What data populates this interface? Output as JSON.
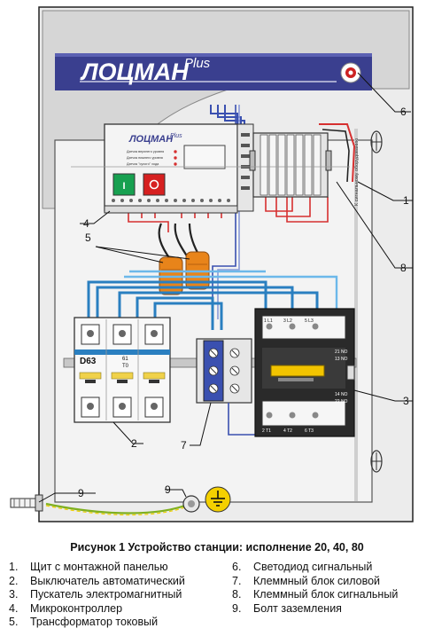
{
  "brand": {
    "name": "ЛОЦМАН",
    "suffix": "Plus"
  },
  "controller": {
    "brand_name": "ЛОЦМАН",
    "brand_suffix": "Plus",
    "status_lines": [
      "Датчик верхнего уровня",
      "Датчик нижнего уровня",
      "Датчик \"сухого\" хода"
    ]
  },
  "breakers": {
    "model": "D63",
    "mark_top": "61",
    "mark_bottom": "T0"
  },
  "contactor": {
    "top_terminals": [
      "1 L1",
      "3 L2",
      "5 L3"
    ],
    "bottom_terminals": [
      "2 T1",
      "4 T2",
      "6 T3"
    ],
    "side_labels": [
      "21 NO",
      "13 NO",
      "14 NO",
      "22 NO"
    ]
  },
  "signal_note": "К сигнальному оборудованию",
  "callouts": [
    "1",
    "2",
    "3",
    "4",
    "5",
    "6",
    "7",
    "8",
    "9",
    "9"
  ],
  "caption": "Рисунок 1   Устройство  станции: исполнение 20, 40, 80",
  "legend_left": [
    {
      "num": "1.",
      "text": "Щит с монтажной панелью"
    },
    {
      "num": "2.",
      "text": "Выключатель автоматический"
    },
    {
      "num": "3.",
      "text": "Пускатель электромагнитный"
    },
    {
      "num": "4.",
      "text": "Микроконтроллер"
    },
    {
      "num": "5.",
      "text": "Трансформатор токовый"
    }
  ],
  "legend_right": [
    {
      "num": "6.",
      "text": "Светодиод сигнальный"
    },
    {
      "num": "7.",
      "text": "Клеммный блок силовой"
    },
    {
      "num": "8.",
      "text": "Клеммный блок сигнальный"
    },
    {
      "num": "9.",
      "text": "Болт заземления"
    }
  ],
  "colors": {
    "cabinet": "#eeeeee",
    "lid": "#d9d9d9",
    "banner": "#3a3f8f",
    "wire_blue": "#2a7fc0",
    "wire_red": "#d63030",
    "ground_wire": "#7fb020",
    "ground_symbol": "#f4d000",
    "transformer": "#e8841a"
  }
}
